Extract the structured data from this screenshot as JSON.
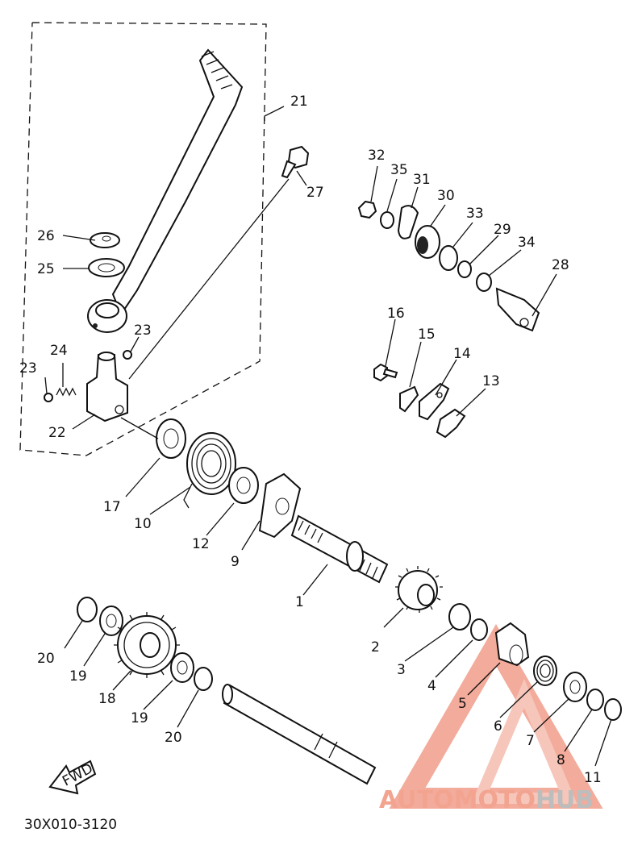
{
  "callouts": {
    "p1": "1",
    "p2": "2",
    "p3": "3",
    "p4": "4",
    "p5": "5",
    "p6": "6",
    "p7": "7",
    "p8": "8",
    "p9": "9",
    "p10": "10",
    "p11": "11",
    "p12": "12",
    "p13": "13",
    "p14": "14",
    "p15": "15",
    "p16": "16",
    "p17": "17",
    "p18": "18",
    "p19a": "19",
    "p19b": "19",
    "p20a": "20",
    "p20b": "20",
    "p21": "21",
    "p22": "22",
    "p23a": "23",
    "p23b": "23",
    "p24": "24",
    "p25": "25",
    "p26": "26",
    "p27": "27",
    "p28": "28",
    "p29": "29",
    "p30": "30",
    "p31": "31",
    "p32": "32",
    "p33": "33",
    "p34": "34",
    "p35": "35"
  },
  "fwd_label": "FWD",
  "diagram_code": "30X010-3120",
  "watermark": {
    "part1": "AUTO",
    "part2": "MOTO",
    "part3": "HUB"
  }
}
